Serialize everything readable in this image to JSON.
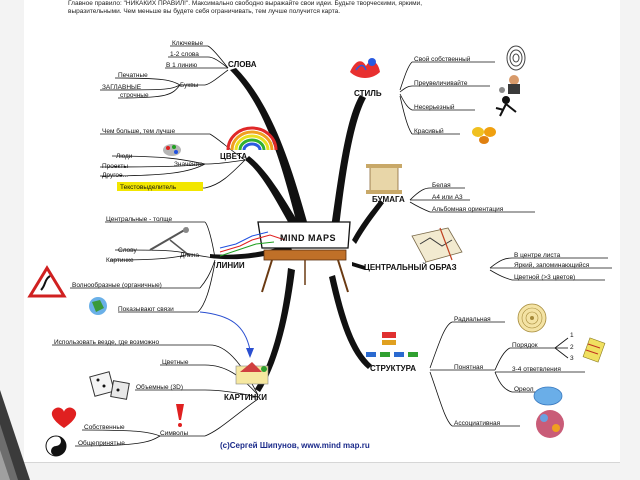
{
  "header": {
    "line1": "Главное правило: \"НИКАКИХ ПРАВИЛ!\". Максимально свободно выражайте свои идеи. Будьте творческими, яркими,",
    "line2": "выразительными. Чем меньше вы будете себя ограничивать, тем лучше получится карта."
  },
  "center": {
    "title": "MIND MAPS"
  },
  "branches": {
    "slova": {
      "title": "СЛОВА",
      "items": [
        "Ключевые",
        "1-2 слова",
        "В 1 линию",
        "Печатные",
        "Буквы",
        "ЗАГЛАВНЫЕ",
        "строчные"
      ]
    },
    "tsveta": {
      "title": "ЦВЕТА",
      "items": [
        "Чем больше, тем лучше",
        "Люди",
        "Значение",
        "Проекты",
        "Другое...",
        "Текстовыделитель"
      ]
    },
    "linii": {
      "title": "ЛИНИИ",
      "items": [
        "Центральные - толще",
        "Слову",
        "Длина",
        "Картинке",
        "Волнообразные (органичные)",
        "Показывают связи"
      ]
    },
    "kartinki": {
      "title": "КАРТИНКИ",
      "items": [
        "Использовать везде, где возможно",
        "Цветные",
        "Объемные (3D)",
        "Символы",
        "Собственные",
        "Общепринятые"
      ]
    },
    "stil": {
      "title": "СТИЛЬ",
      "items": [
        "Свой собственный",
        "Преувеличивайте",
        "Несерьезный",
        "Красивый"
      ]
    },
    "bumaga": {
      "title": "БУМАГА",
      "items": [
        "Белая",
        "А4 или А3",
        "Альбомная ориентация"
      ]
    },
    "obraz": {
      "title": "ЦЕНТРАЛЬНЫЙ ОБРАЗ",
      "items": [
        "В центре листа",
        "Яркий, запоминающийся",
        "Цветной (>3 цветов)"
      ]
    },
    "struktura": {
      "title": "СТРУКТУРА",
      "items": [
        "Радиальная",
        "Порядок",
        "Понятная",
        "3-4 ответвления",
        "Ореол",
        "Ассоциативная"
      ],
      "order_marks": [
        "1",
        "2",
        "3"
      ]
    }
  },
  "credit": "(с)Сергей Шипунов, www.mind map.ru",
  "colors": {
    "line": "#111111",
    "arrow": "#2a4fd0",
    "credit": "#1a2a8a",
    "highlight": "#f2e600"
  }
}
